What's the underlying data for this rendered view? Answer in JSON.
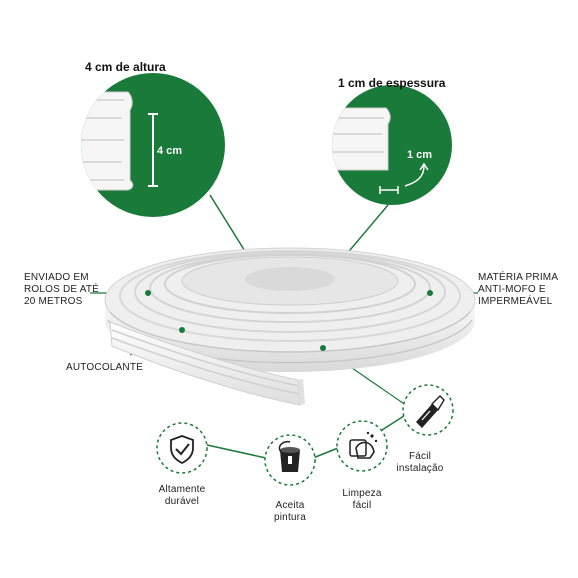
{
  "callouts": {
    "height": {
      "title": "4 cm  de altura",
      "measure": "4 cm"
    },
    "thickness": {
      "title": "1 cm de espessura",
      "measure": "1 cm"
    }
  },
  "side_labels": {
    "left": [
      "ENVIADO EM",
      "ROLOS DE ATÉ",
      "20 METROS"
    ],
    "right": [
      "MATÉRIA PRIMA",
      "ANTI-MOFO E",
      "IMPERMEÁVEL"
    ],
    "adhesive": "AUTOCOLANTE"
  },
  "features": [
    {
      "icon": "shield-check-icon",
      "lines": [
        "Altamente",
        "durável"
      ]
    },
    {
      "icon": "paint-bucket-icon",
      "lines": [
        "Aceita",
        "pintura"
      ]
    },
    {
      "icon": "cleaning-icon",
      "lines": [
        "Limpeza",
        "fácil"
      ]
    },
    {
      "icon": "utility-knife-icon",
      "lines": [
        "Fácil",
        "instalação"
      ]
    }
  ],
  "colors": {
    "brand_green": "#1a7a3a",
    "dark_green": "#0f5a28",
    "product_white": "#f4f4f4"
  }
}
